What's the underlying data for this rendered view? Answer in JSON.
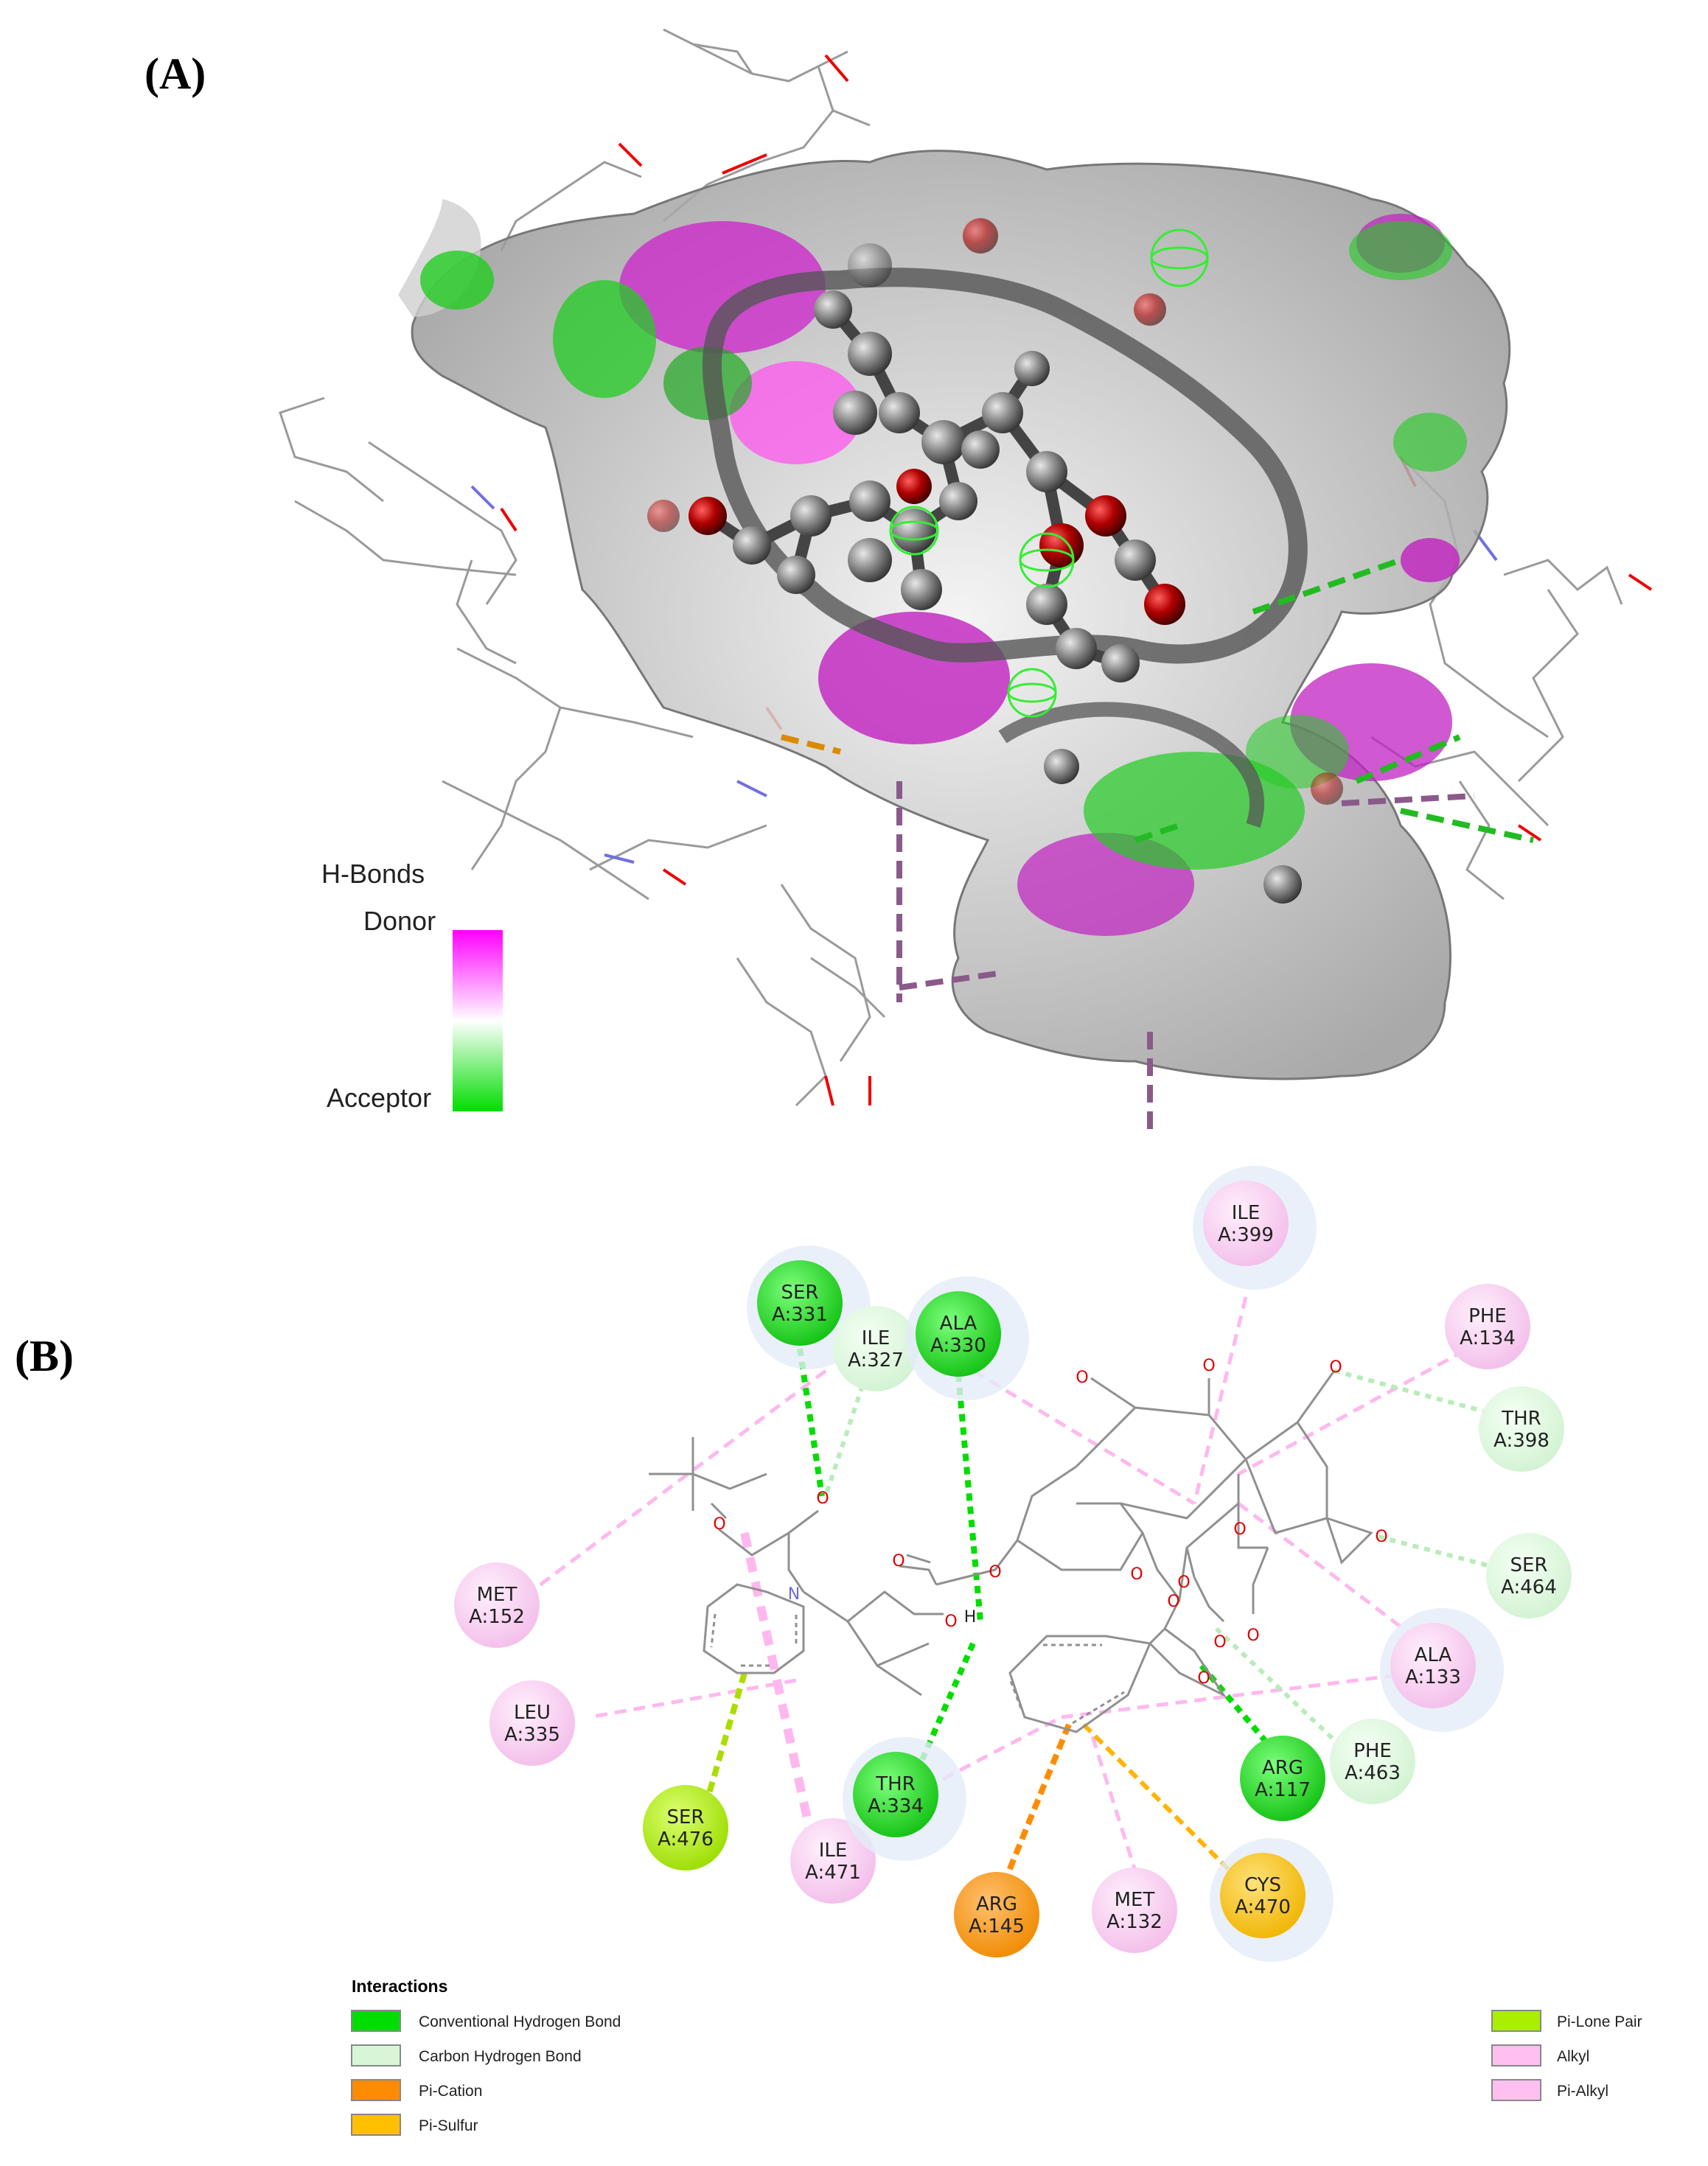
{
  "panels": {
    "a_label": "(A)",
    "b_label": "(B)"
  },
  "hbond_legend": {
    "title": "H-Bonds",
    "donor": "Donor",
    "acceptor": "Acceptor",
    "gradient_colors": [
      "#ff00ff",
      "#ffffff",
      "#00dd00"
    ]
  },
  "residues": [
    {
      "name": "SER",
      "id": "A:331",
      "type": "conventional_hbond"
    },
    {
      "name": "ILE",
      "id": "A:327",
      "type": "carbon_hbond"
    },
    {
      "name": "ALA",
      "id": "A:330",
      "type": "conventional_hbond"
    },
    {
      "name": "ILE",
      "id": "A:399",
      "type": "alkyl"
    },
    {
      "name": "PHE",
      "id": "A:134",
      "type": "alkyl"
    },
    {
      "name": "THR",
      "id": "A:398",
      "type": "carbon_hbond"
    },
    {
      "name": "SER",
      "id": "A:464",
      "type": "carbon_hbond"
    },
    {
      "name": "ALA",
      "id": "A:133",
      "type": "alkyl"
    },
    {
      "name": "PHE",
      "id": "A:463",
      "type": "carbon_hbond"
    },
    {
      "name": "ARG",
      "id": "A:117",
      "type": "conventional_hbond"
    },
    {
      "name": "CYS",
      "id": "A:470",
      "type": "pi_sulfur"
    },
    {
      "name": "MET",
      "id": "A:132",
      "type": "alkyl"
    },
    {
      "name": "ARG",
      "id": "A:145",
      "type": "pi_cation"
    },
    {
      "name": "ILE",
      "id": "A:471",
      "type": "alkyl"
    },
    {
      "name": "THR",
      "id": "A:334",
      "type": "conventional_hbond"
    },
    {
      "name": "SER",
      "id": "A:476",
      "type": "pi_lone_pair"
    },
    {
      "name": "LEU",
      "id": "A:335",
      "type": "alkyl"
    },
    {
      "name": "MET",
      "id": "A:152",
      "type": "alkyl"
    }
  ],
  "interactions_legend": {
    "title": "Interactions",
    "items": [
      {
        "label": "Conventional Hydrogen Bond",
        "color": "#00dd00"
      },
      {
        "label": "Carbon Hydrogen Bond",
        "color": "#d8f5d8"
      },
      {
        "label": "Pi-Cation",
        "color": "#ff8c00"
      },
      {
        "label": "Pi-Sulfur",
        "color": "#ffc000"
      },
      {
        "label": "Pi-Lone Pair",
        "color": "#aaee00"
      },
      {
        "label": "Alkyl",
        "color": "#ffc0f0"
      },
      {
        "label": "Pi-Alkyl",
        "color": "#ffc0f0"
      }
    ]
  },
  "atom_labels": {
    "oxygen": "O",
    "nitrogen": "N",
    "hydrogen": "H"
  }
}
